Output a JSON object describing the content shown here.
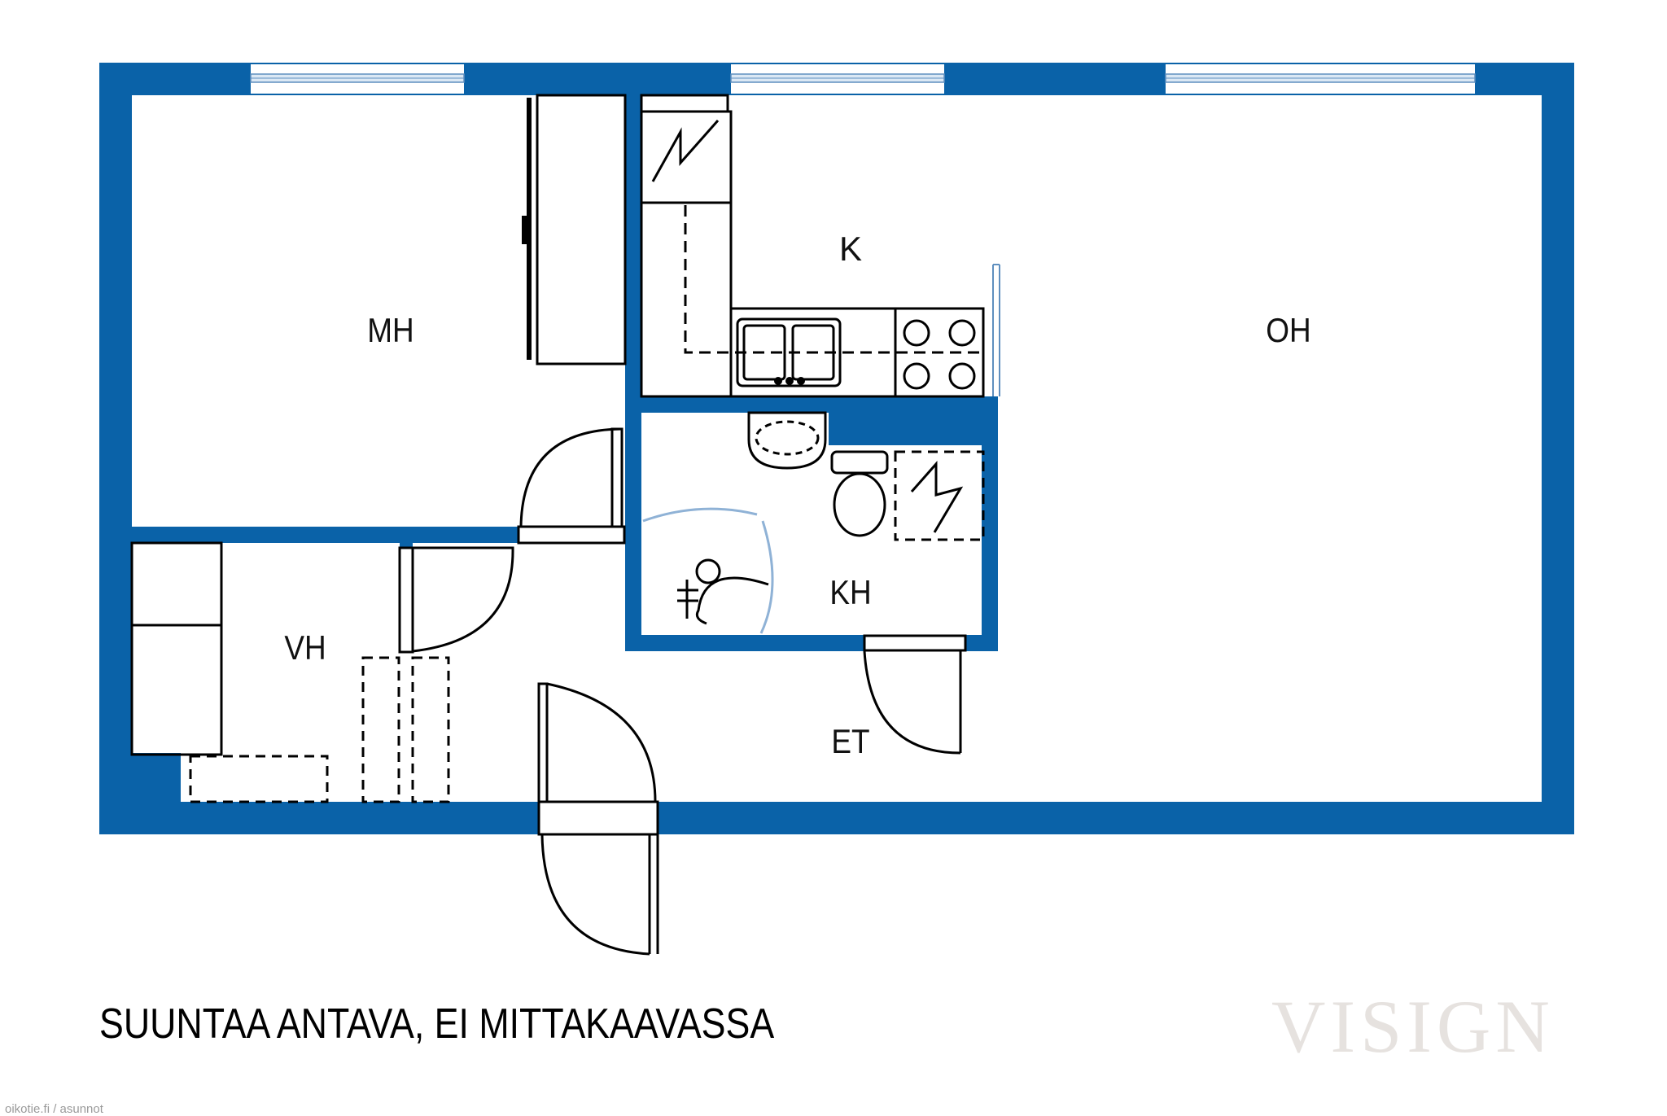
{
  "rooms": {
    "mh": "MH",
    "k": "K",
    "oh": "OH",
    "kh": "KH",
    "vh": "VH",
    "et": "ET"
  },
  "disclaimer": "SUUNTAA ANTAVA, EI MITTAKAAVASSA",
  "watermark": "VISIGN",
  "source": "oikotie.fi / asunnot",
  "colors": {
    "wall": "#0a62a8",
    "window_glass": "#dbe8f4",
    "line": "#000000",
    "background": "#ffffff",
    "watermark": "#e6e2df"
  }
}
